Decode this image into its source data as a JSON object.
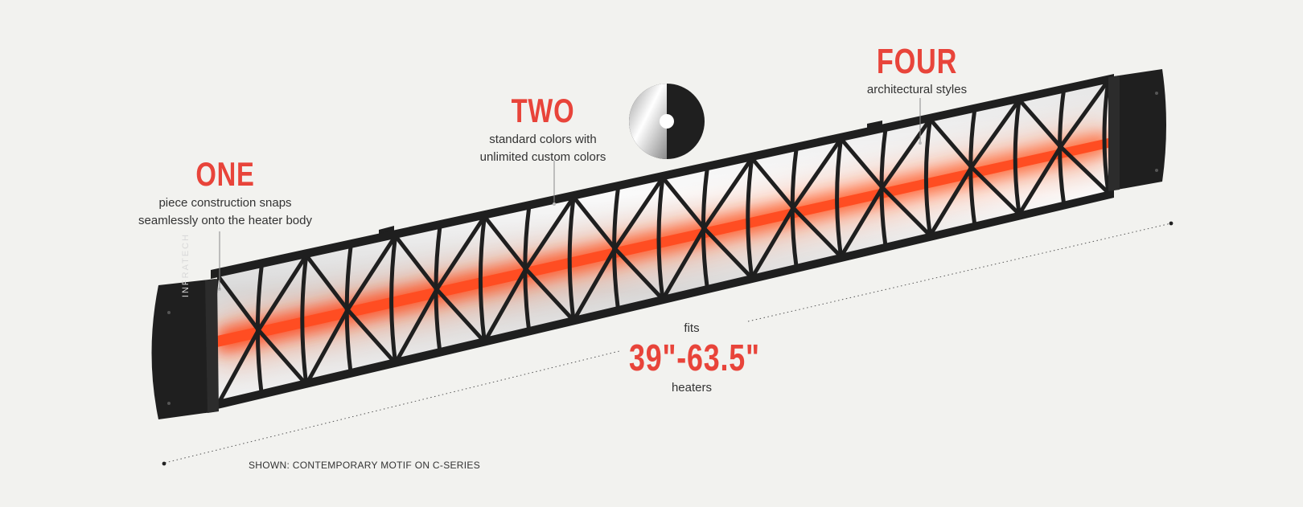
{
  "callouts": {
    "one": {
      "headline": "ONE",
      "lines": [
        "piece construction snaps",
        "seamlessly onto the heater body"
      ]
    },
    "two": {
      "headline": "TWO",
      "lines": [
        "standard colors with",
        "unlimited custom colors"
      ]
    },
    "four": {
      "headline": "FOUR",
      "lines": [
        "architectural styles"
      ]
    },
    "fits": {
      "pre": "fits",
      "headline": "39\"-63.5\"",
      "post": "heaters"
    }
  },
  "brand_text": "INFRATECH",
  "caption": "SHOWN: CONTEMPORARY MOTIF ON C-SERIES",
  "colors": {
    "accent": "#e8443a",
    "frame": "#1f1f1f",
    "glow": "#ff5a2a",
    "background": "#f2f2ef"
  }
}
